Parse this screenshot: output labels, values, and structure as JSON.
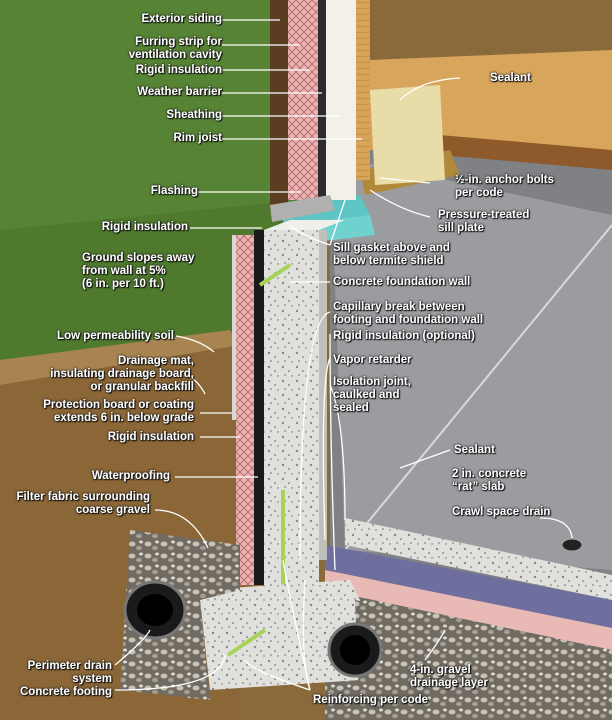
{
  "labels": {
    "exterior_siding": "Exterior siding",
    "furring_strip": "Furring strip for\nventilation cavity",
    "rigid_insulation_top": "Rigid insulation",
    "weather_barrier": "Weather barrier",
    "sheathing": "Sheathing",
    "rim_joist": "Rim joist",
    "flashing": "Flashing",
    "rigid_insulation_mid": "Rigid insulation",
    "ground_slopes": "Ground slopes away\nfrom wall at 5%\n(6 in. per 10 ft.)",
    "low_permeability_soil": "Low permeability soil",
    "drainage_mat": "Drainage mat,\ninsulating drainage board,\nor granular backfill",
    "protection_board": "Protection board or coating\nextends 6 in. below grade",
    "rigid_insulation_low": "Rigid insulation",
    "waterproofing": "Waterproofing",
    "filter_fabric": "Filter fabric surrounding\ncoarse gravel",
    "perimeter_drain": "Perimeter drain\nsystem",
    "concrete_footing": "Concrete footing",
    "sealant_top": "Sealant",
    "anchor_bolts": "½-in. anchor bolts\nper code",
    "sill_plate": "Pressure-treated\nsill plate",
    "sill_gasket": "Sill gasket above and\nbelow termite shield",
    "foundation_wall": "Concrete foundation wall",
    "capillary_break": "Capillary break between\nfooting and foundation wall",
    "rigid_insulation_optional": "Rigid insulation (optional)",
    "vapor_retarder": "Vapor retarder",
    "isolation_joint": "Isolation joint,\ncaulked and\nsealed",
    "sealant_mid": "Sealant",
    "rat_slab": "2 in. concrete\n“rat” slab",
    "crawl_drain": "Crawl space drain",
    "gravel_layer": "4-in. gravel\ndrainage layer",
    "reinforcing": "Reinforcing per code"
  },
  "colors": {
    "grass": "#4f7a2e",
    "soil": "#8a6a3a",
    "insulation": "#e8b9b5",
    "concrete": "#d9d9d6",
    "waterproofing": "#1a1a1a",
    "slab": "#8e9196",
    "vapor_retarder": "#6e6f9e",
    "sill_plate": "#e8dca8",
    "gasket": "#5fc4c4",
    "rebar": "#a6d25a"
  }
}
